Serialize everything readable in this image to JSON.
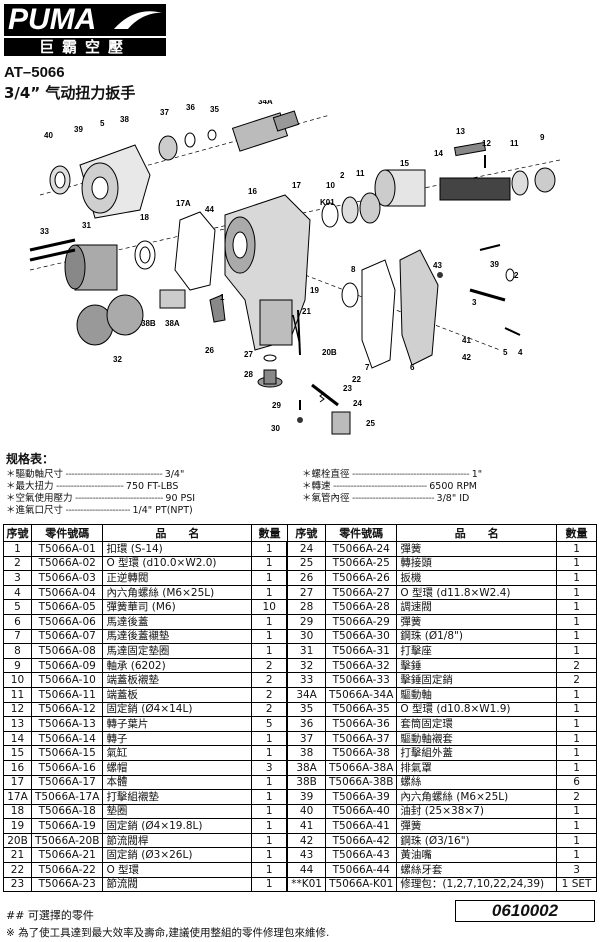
{
  "brand": {
    "name": "PUMA",
    "subtitle": "巨霸空壓"
  },
  "model": "AT–5066",
  "tool_name": "3/4” 气动扭力扳手",
  "diagram": {
    "labels": [
      "34A",
      "40",
      "39",
      "5",
      "38",
      "37",
      "36",
      "35",
      "13",
      "12",
      "11",
      "9",
      "15",
      "14",
      "16",
      "17",
      "18",
      "44",
      "17A",
      "33",
      "31",
      "19",
      "10",
      "K01",
      "2",
      "11",
      "8",
      "43",
      "39",
      "2",
      "3",
      "4",
      "5",
      "41",
      "42",
      "7",
      "6",
      "21",
      "20B",
      "22",
      "23",
      "24",
      "25",
      "26",
      "27",
      "28",
      "29",
      "30",
      "1",
      "38B",
      "38A",
      "32",
      "8"
    ]
  },
  "specs": {
    "title": "规格表：",
    "left": [
      {
        "label": "＊驅動軸尺寸",
        "value": "3/4\""
      },
      {
        "label": "＊最大扭力",
        "value": "750 FT-LBS"
      },
      {
        "label": "＊空氣使用壓力",
        "value": "90 PSI"
      },
      {
        "label": "＊進氣口尺寸",
        "value": "1/4\" PT(NPT)"
      }
    ],
    "right": [
      {
        "label": "＊螺栓直徑",
        "value": "1\""
      },
      {
        "label": "＊轉速",
        "value": "6500 RPM"
      },
      {
        "label": "＊氣管內徑",
        "value": "3/8\" ID"
      }
    ]
  },
  "table": {
    "headers": [
      "序號",
      "零件號碼",
      "品　　名",
      "數量",
      "序號",
      "零件號碼",
      "品　　名",
      "數量"
    ],
    "rows": [
      [
        "1",
        "T5066A-01",
        "扣環 (S-14)",
        "1",
        "24",
        "T5066A-24",
        "彈簧",
        "1"
      ],
      [
        "2",
        "T5066A-02",
        "O 型環 (d10.0×W2.0)",
        "1",
        "25",
        "T5066A-25",
        "轉接頭",
        "1"
      ],
      [
        "3",
        "T5066A-03",
        "正逆轉閥",
        "1",
        "26",
        "T5066A-26",
        "扳機",
        "1"
      ],
      [
        "4",
        "T5066A-04",
        "內六角螺絲 (M6×25L)",
        "1",
        "27",
        "T5066A-27",
        "O 型環 (d11.8×W2.4)",
        "1"
      ],
      [
        "5",
        "T5066A-05",
        "彈簧華司 (M6)",
        "10",
        "28",
        "T5066A-28",
        "調速閥",
        "1"
      ],
      [
        "6",
        "T5066A-06",
        "馬達後蓋",
        "1",
        "29",
        "T5066A-29",
        "彈簧",
        "1"
      ],
      [
        "7",
        "T5066A-07",
        "馬達後蓋襯墊",
        "1",
        "30",
        "T5066A-30",
        "鋼珠 (Ø1/8\")",
        "1"
      ],
      [
        "8",
        "T5066A-08",
        "馬達固定墊圈",
        "1",
        "31",
        "T5066A-31",
        "打擊座",
        "1"
      ],
      [
        "9",
        "T5066A-09",
        "軸承 (6202)",
        "2",
        "32",
        "T5066A-32",
        "擊錘",
        "2"
      ],
      [
        "10",
        "T5066A-10",
        "端蓋板襯墊",
        "2",
        "33",
        "T5066A-33",
        "擊錘固定銷",
        "2"
      ],
      [
        "11",
        "T5066A-11",
        "端蓋板",
        "2",
        "34A",
        "T5066A-34A",
        "驅動軸",
        "1"
      ],
      [
        "12",
        "T5066A-12",
        "固定銷 (Ø4×14L)",
        "2",
        "35",
        "T5066A-35",
        "O 型環 (d10.8×W1.9)",
        "1"
      ],
      [
        "13",
        "T5066A-13",
        "轉子葉片",
        "5",
        "36",
        "T5066A-36",
        "套筒固定環",
        "1"
      ],
      [
        "14",
        "T5066A-14",
        "轉子",
        "1",
        "37",
        "T5066A-37",
        "驅動軸襯套",
        "1"
      ],
      [
        "15",
        "T5066A-15",
        "氣缸",
        "1",
        "38",
        "T5066A-38",
        "打擊組外蓋",
        "1"
      ],
      [
        "16",
        "T5066A-16",
        "螺帽",
        "3",
        "38A",
        "T5066A-38A",
        "排氣罩",
        "1"
      ],
      [
        "17",
        "T5066A-17",
        "本體",
        "1",
        "38B",
        "T5066A-38B",
        "螺絲",
        "6"
      ],
      [
        "17A",
        "T5066A-17A",
        "打擊組襯墊",
        "1",
        "39",
        "T5066A-39",
        "內六角螺絲 (M6×25L)",
        "2"
      ],
      [
        "18",
        "T5066A-18",
        "墊圈",
        "1",
        "40",
        "T5066A-40",
        "油封 (25×38×7)",
        "1"
      ],
      [
        "19",
        "T5066A-19",
        "固定銷 (Ø4×19.8L)",
        "1",
        "41",
        "T5066A-41",
        "彈簧",
        "1"
      ],
      [
        "20B",
        "T5066A-20B",
        "節流閥桿",
        "1",
        "42",
        "T5066A-42",
        "鋼珠 (Ø3/16\")",
        "1"
      ],
      [
        "21",
        "T5066A-21",
        "固定銷 (Ø3×26L)",
        "1",
        "43",
        "T5066A-43",
        "黃油嘴",
        "1"
      ],
      [
        "22",
        "T5066A-22",
        "O 型環",
        "1",
        "44",
        "T5066A-44",
        "螺絲牙套",
        "3"
      ],
      [
        "23",
        "T5066A-23",
        "節流閥",
        "1",
        "**K01",
        "T5066A-K01",
        "修理包：(1,2,7,10,22,24,39)",
        "1 SET"
      ]
    ]
  },
  "footnote_optional": "## 可選擇的零件",
  "footnote_repair": "※ 為了使工具達到最大效率及壽命,建議使用整組的零件修理包來維修.",
  "doc_code": "0610002"
}
